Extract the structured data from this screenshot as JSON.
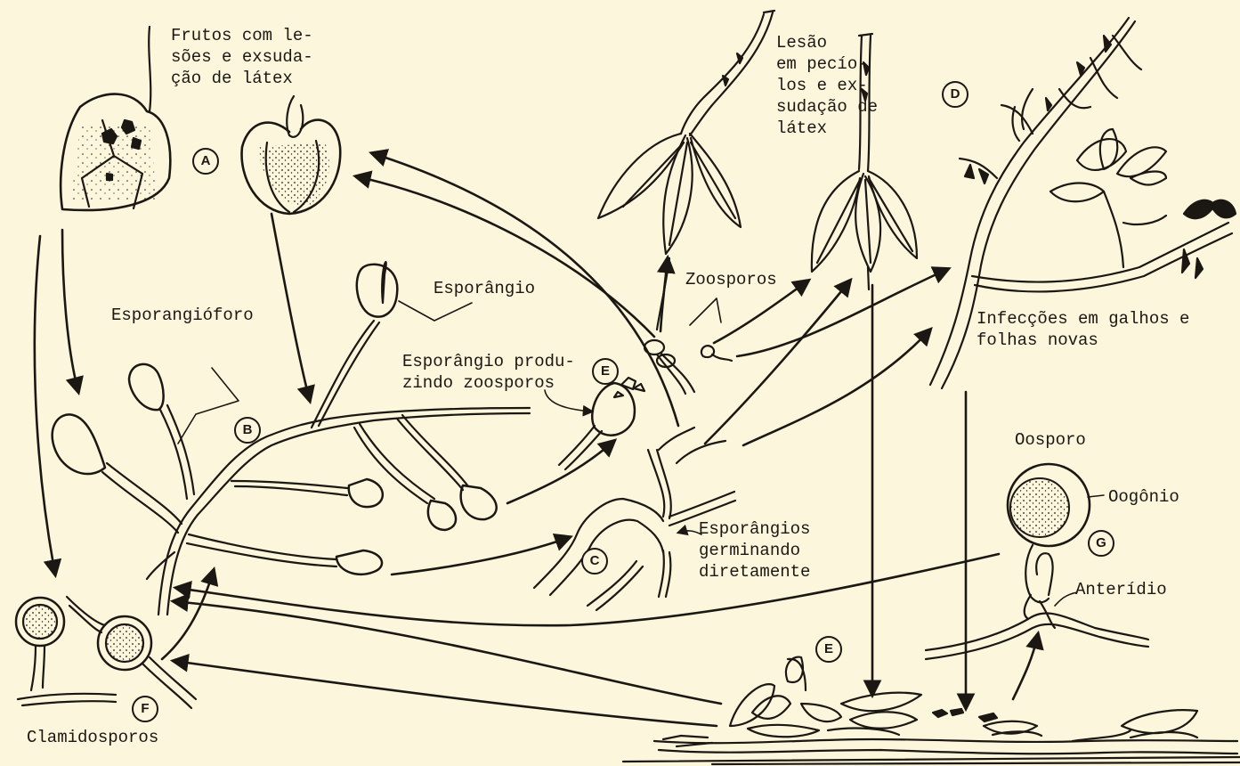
{
  "labels": {
    "frutos": "Frutos com le-\nsões e exsuda-\nção de látex",
    "lesao": "Lesão\nem pecío-\nlos e ex-\nsudação de\nlátex",
    "esporangio": "Esporângio",
    "esporangioforo": "Esporangióforo",
    "zoosporos": "Zoosporos",
    "esporangio_produzindo": "Esporângio produ-\nzindo zoosporos",
    "infeccoes": "Infecções em galhos e\nfolhas novas",
    "oosporo": "Oosporo",
    "oogonio": "Oogônio",
    "anteridio": "Anterídio",
    "esporangios_germinando": "Esporângios\ngerminando\ndiretamente",
    "clamidosporos": "Clamidosporos"
  },
  "stages": {
    "A": "A",
    "B": "B",
    "C": "C",
    "D": "D",
    "E1": "E",
    "E2": "E",
    "F": "F",
    "G": "G"
  },
  "colors": {
    "ink": "#1b1712",
    "paper": "#fbf6dc"
  }
}
